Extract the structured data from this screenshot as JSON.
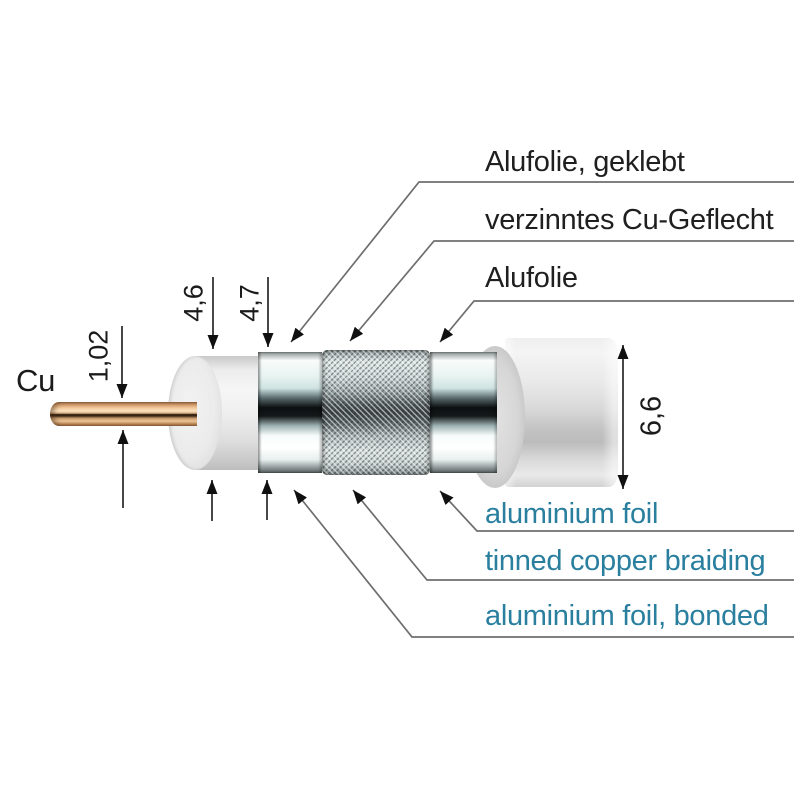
{
  "diagram": {
    "conductor_label": "Cu",
    "top_callouts": [
      {
        "label": "Alufolie, geklebt"
      },
      {
        "label": "verzinntes Cu-Geflecht"
      },
      {
        "label": "Alufolie"
      }
    ],
    "bottom_callouts": [
      {
        "label": "aluminium foil"
      },
      {
        "label": "tinned copper braiding"
      },
      {
        "label": "aluminium foil, bonded"
      }
    ],
    "dimensions": {
      "conductor_diameter": "1,02",
      "dielectric_diameter": "4,6",
      "inner_foil_diameter": "4,7",
      "jacket_diameter": "6,6"
    },
    "colors": {
      "callout_text_teal": "#2a7f9f",
      "label_text_dark": "#1f1f1f",
      "copper": "#e8bd92"
    }
  }
}
